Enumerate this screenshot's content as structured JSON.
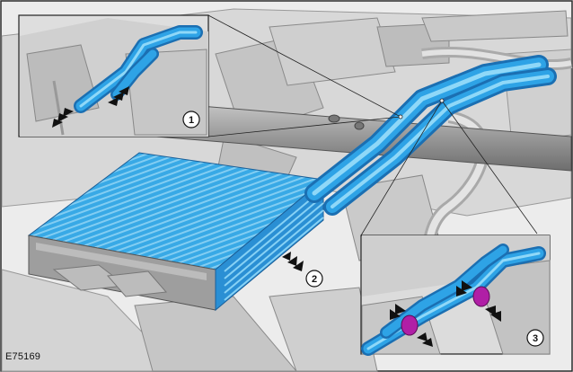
{
  "figure_code": "E75169",
  "callouts": [
    "1",
    "2",
    "3"
  ],
  "colors": {
    "frame": "#2a2a2a",
    "tube_blue": "#2ea3e6",
    "tube_light": "#7fd0f5",
    "tube_dark": "#1b74b8",
    "clip_magenta": "#b01fa6",
    "housing_grey": "#b9b9b9",
    "housing_light": "#dcdcdc",
    "housing_dark": "#8c8c8c",
    "arrow": "#111111"
  },
  "icons": [
    "arrow-icon",
    "callout-circle-icon"
  ]
}
